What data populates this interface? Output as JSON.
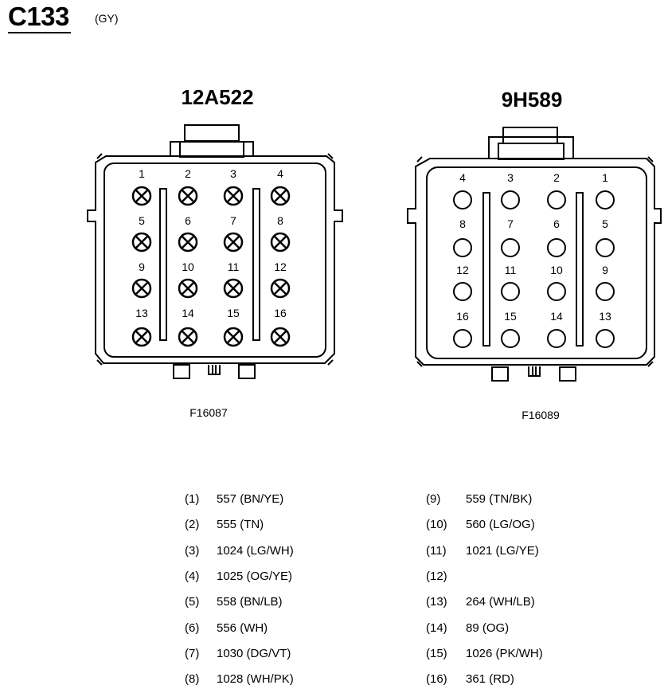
{
  "connector": {
    "id": "C133",
    "color_code": "(GY)"
  },
  "views": [
    {
      "part_number": "12A522",
      "figure_id": "F16087",
      "pin_style": "crossed",
      "pins": [
        "1",
        "2",
        "3",
        "4",
        "5",
        "6",
        "7",
        "8",
        "9",
        "10",
        "11",
        "12",
        "13",
        "14",
        "15",
        "16"
      ]
    },
    {
      "part_number": "9H589",
      "figure_id": "F16089",
      "pin_style": "open",
      "pins": [
        "4",
        "3",
        "2",
        "1",
        "8",
        "7",
        "6",
        "5",
        "12",
        "11",
        "10",
        "9",
        "16",
        "15",
        "14",
        "13"
      ]
    }
  ],
  "circuits": [
    {
      "pin": "(1)",
      "circuit": "557 (BN/YE)"
    },
    {
      "pin": "(2)",
      "circuit": "555 (TN)"
    },
    {
      "pin": "(3)",
      "circuit": "1024 (LG/WH)"
    },
    {
      "pin": "(4)",
      "circuit": "1025 (OG/YE)"
    },
    {
      "pin": "(5)",
      "circuit": "558 (BN/LB)"
    },
    {
      "pin": "(6)",
      "circuit": "556 (WH)"
    },
    {
      "pin": "(7)",
      "circuit": "1030 (DG/VT)"
    },
    {
      "pin": "(8)",
      "circuit": "1028 (WH/PK)"
    },
    {
      "pin": "(9)",
      "circuit": "559 (TN/BK)"
    },
    {
      "pin": "(10)",
      "circuit": "560 (LG/OG)"
    },
    {
      "pin": "(11)",
      "circuit": "1021 (LG/YE)"
    },
    {
      "pin": "(12)",
      "circuit": ""
    },
    {
      "pin": "(13)",
      "circuit": "264 (WH/LB)"
    },
    {
      "pin": "(14)",
      "circuit": "89 (OG)"
    },
    {
      "pin": "(15)",
      "circuit": "1026 (PK/WH)"
    },
    {
      "pin": "(16)",
      "circuit": "361 (RD)"
    }
  ]
}
